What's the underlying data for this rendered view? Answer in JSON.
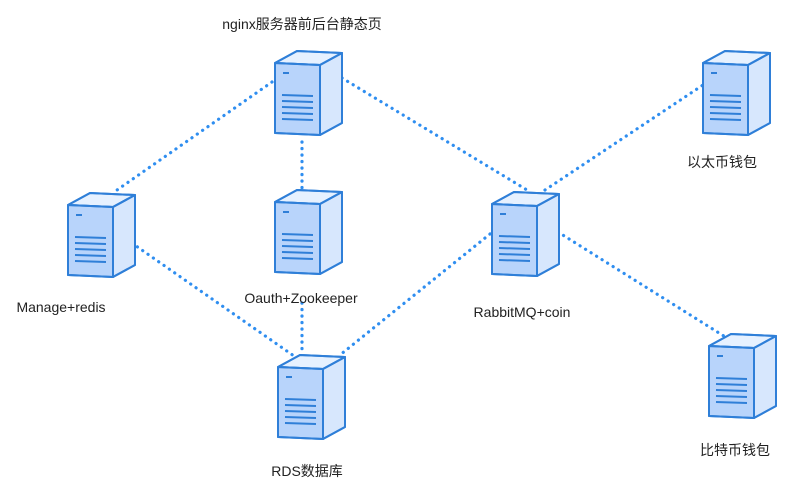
{
  "colors": {
    "link": "#2f8ef0",
    "server_stroke": "#2f7fd8",
    "server_front": "#b8d4fb",
    "server_side": "#d7e7fd",
    "server_top": "#e6f1ff"
  },
  "servers": [
    {
      "id": "nginx",
      "label": "nginx服务器前后台静态页",
      "icon": "server-icon"
    },
    {
      "id": "manage",
      "label": "Manage+redis",
      "icon": "server-icon"
    },
    {
      "id": "oauth",
      "label": "Oauth+Zookeeper",
      "icon": "server-icon"
    },
    {
      "id": "rabbit",
      "label": "RabbitMQ+coin",
      "icon": "server-icon"
    },
    {
      "id": "eth",
      "label": "以太币钱包",
      "icon": "server-icon"
    },
    {
      "id": "btc",
      "label": "比特币钱包",
      "icon": "server-icon"
    },
    {
      "id": "rds",
      "label": "RDS数据库",
      "icon": "server-icon"
    }
  ],
  "links": [
    {
      "from": "nginx",
      "to": "manage"
    },
    {
      "from": "nginx",
      "to": "oauth"
    },
    {
      "from": "nginx",
      "to": "rabbit"
    },
    {
      "from": "manage",
      "to": "rds"
    },
    {
      "from": "oauth",
      "to": "rds"
    },
    {
      "from": "rabbit",
      "to": "rds"
    },
    {
      "from": "rabbit",
      "to": "eth"
    },
    {
      "from": "rabbit",
      "to": "btc"
    }
  ]
}
